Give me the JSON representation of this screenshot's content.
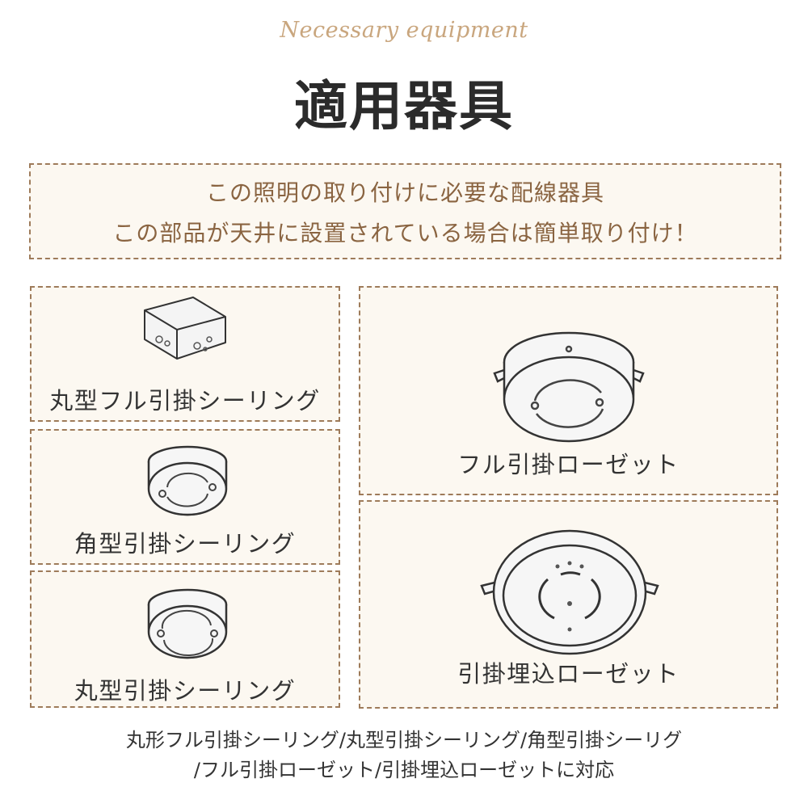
{
  "header": {
    "subtitle": "Necessary equipment",
    "title": "適用器具"
  },
  "notice": {
    "line1": "この照明の取り付けに必要な配線器具",
    "line2": "この部品が天井に設置されている場合は簡単取り付け！"
  },
  "cards": [
    {
      "label": "丸型フル引掛シーリング",
      "icon": "box-ceiling-fitting-icon"
    },
    {
      "label": "角型引掛シーリング",
      "icon": "round-ceiling-fitting-icon"
    },
    {
      "label": "丸型引掛シーリング",
      "icon": "round-ceiling-fitting-icon"
    },
    {
      "label": "フル引掛ローゼット",
      "icon": "full-rosette-icon"
    },
    {
      "label": "引掛埋込ローゼット",
      "icon": "embedded-rosette-icon"
    }
  ],
  "footer": {
    "line1": "丸形フル引掛シーリング/丸型引掛シーリング/角型引掛シーリグ",
    "line2": "/フル引掛ローゼット/引掛埋込ローゼットに対応"
  },
  "colors": {
    "accent": "#c9a67e",
    "box_border": "#9e7b5a",
    "box_fill": "#fcf8f1",
    "notice_text": "#8a6441"
  }
}
